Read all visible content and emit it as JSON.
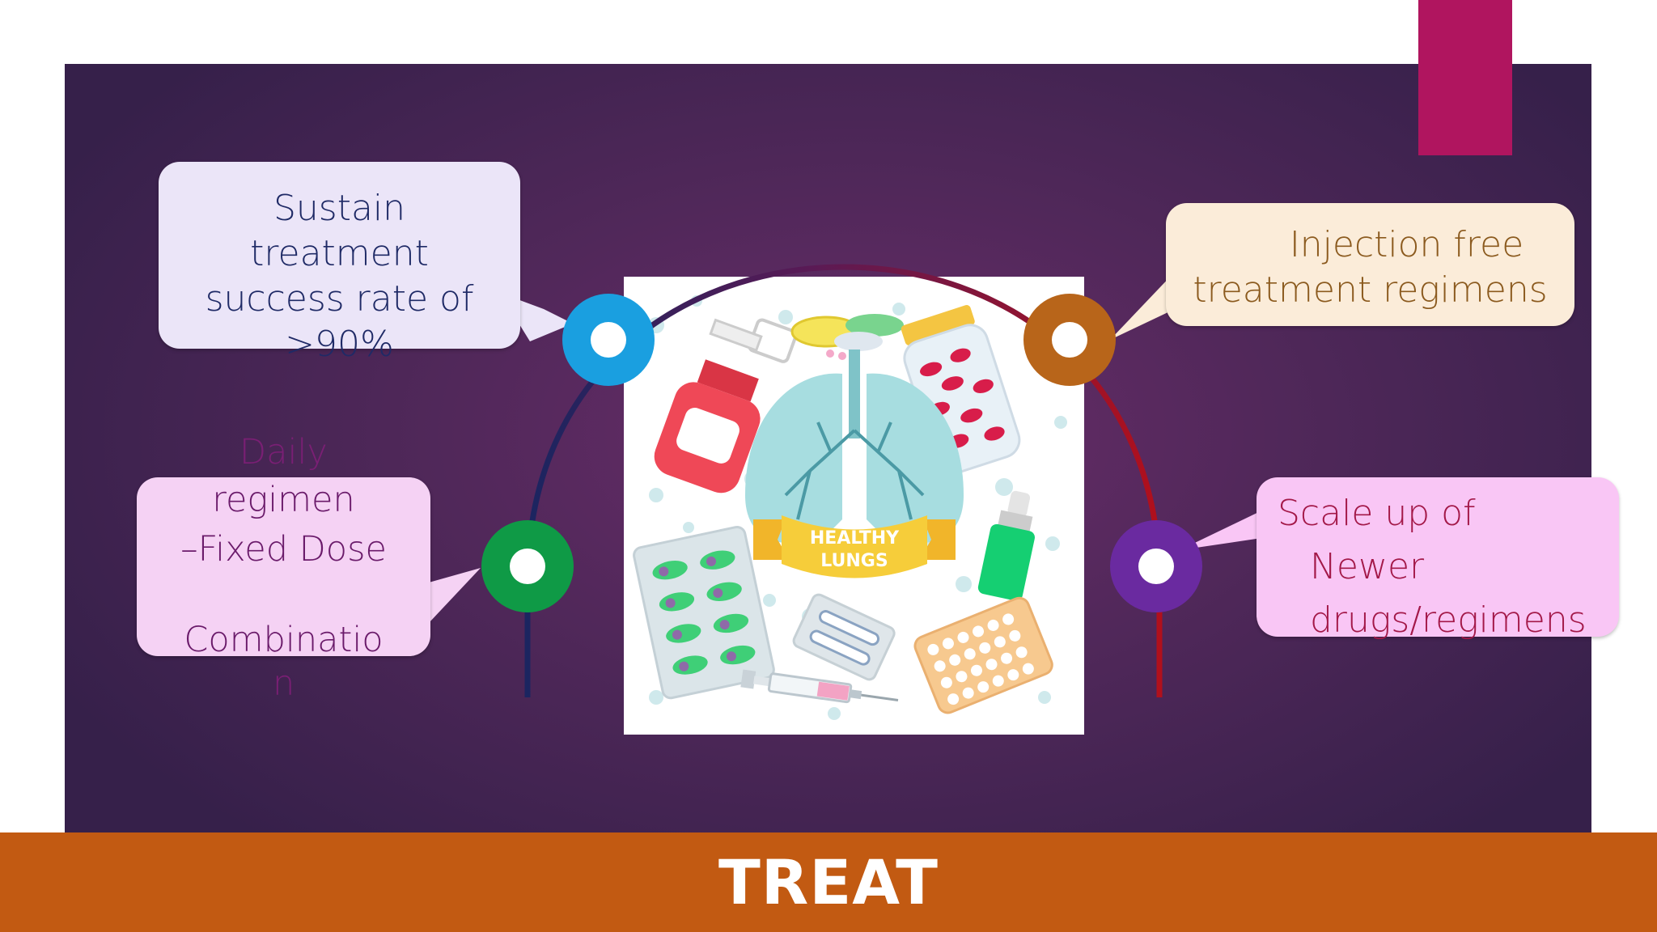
{
  "footer": {
    "title": "TREAT"
  },
  "callouts": {
    "top_left": {
      "lines": [
        "Sustain",
        "treatment",
        "success rate of",
        ">90%"
      ],
      "bg": "#ebe5f8",
      "text_color": "#1f2a66"
    },
    "top_right": {
      "lines": [
        "Injection free",
        "treatment regimens"
      ],
      "bg": "#fbecd9",
      "text_color": "#8b5a1e"
    },
    "bottom_left": {
      "lines": [
        "Daily",
        "regimen",
        "–Fixed Dose",
        "Combinatio",
        "n"
      ],
      "bg": "#f5d2f4",
      "text_color": "#6a1a6a"
    },
    "bottom_right": {
      "lines": [
        "Scale up of",
        "Newer",
        "drugs/regimens"
      ],
      "bg": "#f9c6f5",
      "text_color": "#a31848"
    }
  },
  "markers": {
    "top_left": {
      "color": "#1a9fe0"
    },
    "top_right": {
      "color": "#b8651a"
    },
    "bottom_left": {
      "color": "#0f9a46"
    },
    "bottom_right": {
      "color": "#6a2aa0"
    }
  },
  "illustration": {
    "banner_line1": "HEALTHY",
    "banner_line2": "LUNGS"
  },
  "colors": {
    "accent": "#b0155f",
    "footer": "#c25a12",
    "arc_start": "#1b2560",
    "arc_end": "#b0101c"
  }
}
